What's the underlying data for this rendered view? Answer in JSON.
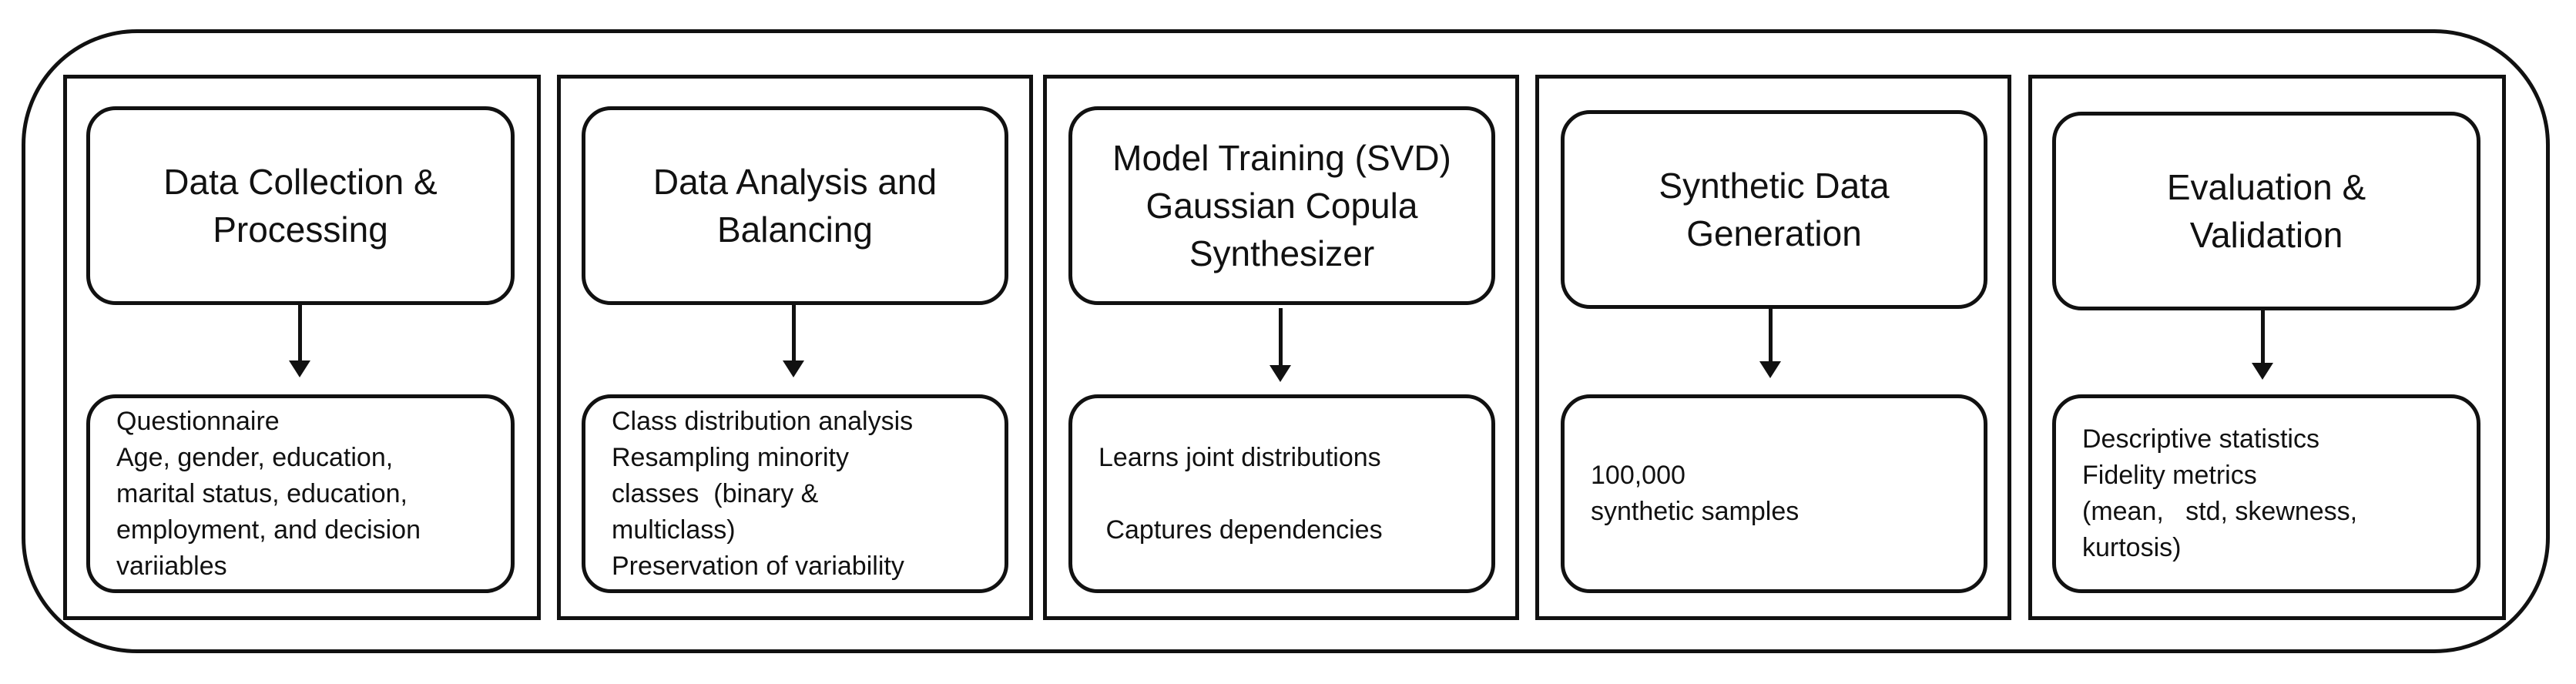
{
  "stages": [
    {
      "title": "Data Collection &\nProcessing",
      "details": [
        "Questionnaire",
        "Age, gender, education,",
        "marital status, education,",
        "employment, and decision",
        "variiables"
      ]
    },
    {
      "title": "Data Analysis and\nBalancing",
      "details": [
        "Class distribution analysis",
        "Resampling minority",
        "classes  (binary &",
        "multiclass)",
        "Preservation of variability"
      ]
    },
    {
      "title": "Model Training (SVD)\nGaussian Copula\nSynthesizer",
      "details": [
        "Learns joint distributions",
        "",
        " Captures dependencies"
      ]
    },
    {
      "title": "Synthetic Data\nGeneration",
      "details": [
        "100,000",
        "synthetic samples"
      ]
    },
    {
      "title": "Evaluation &\nValidation",
      "details": [
        "Descriptive statistics",
        "Fidelity metrics",
        "(mean,   std, skewness,",
        "kurtosis)"
      ]
    }
  ]
}
